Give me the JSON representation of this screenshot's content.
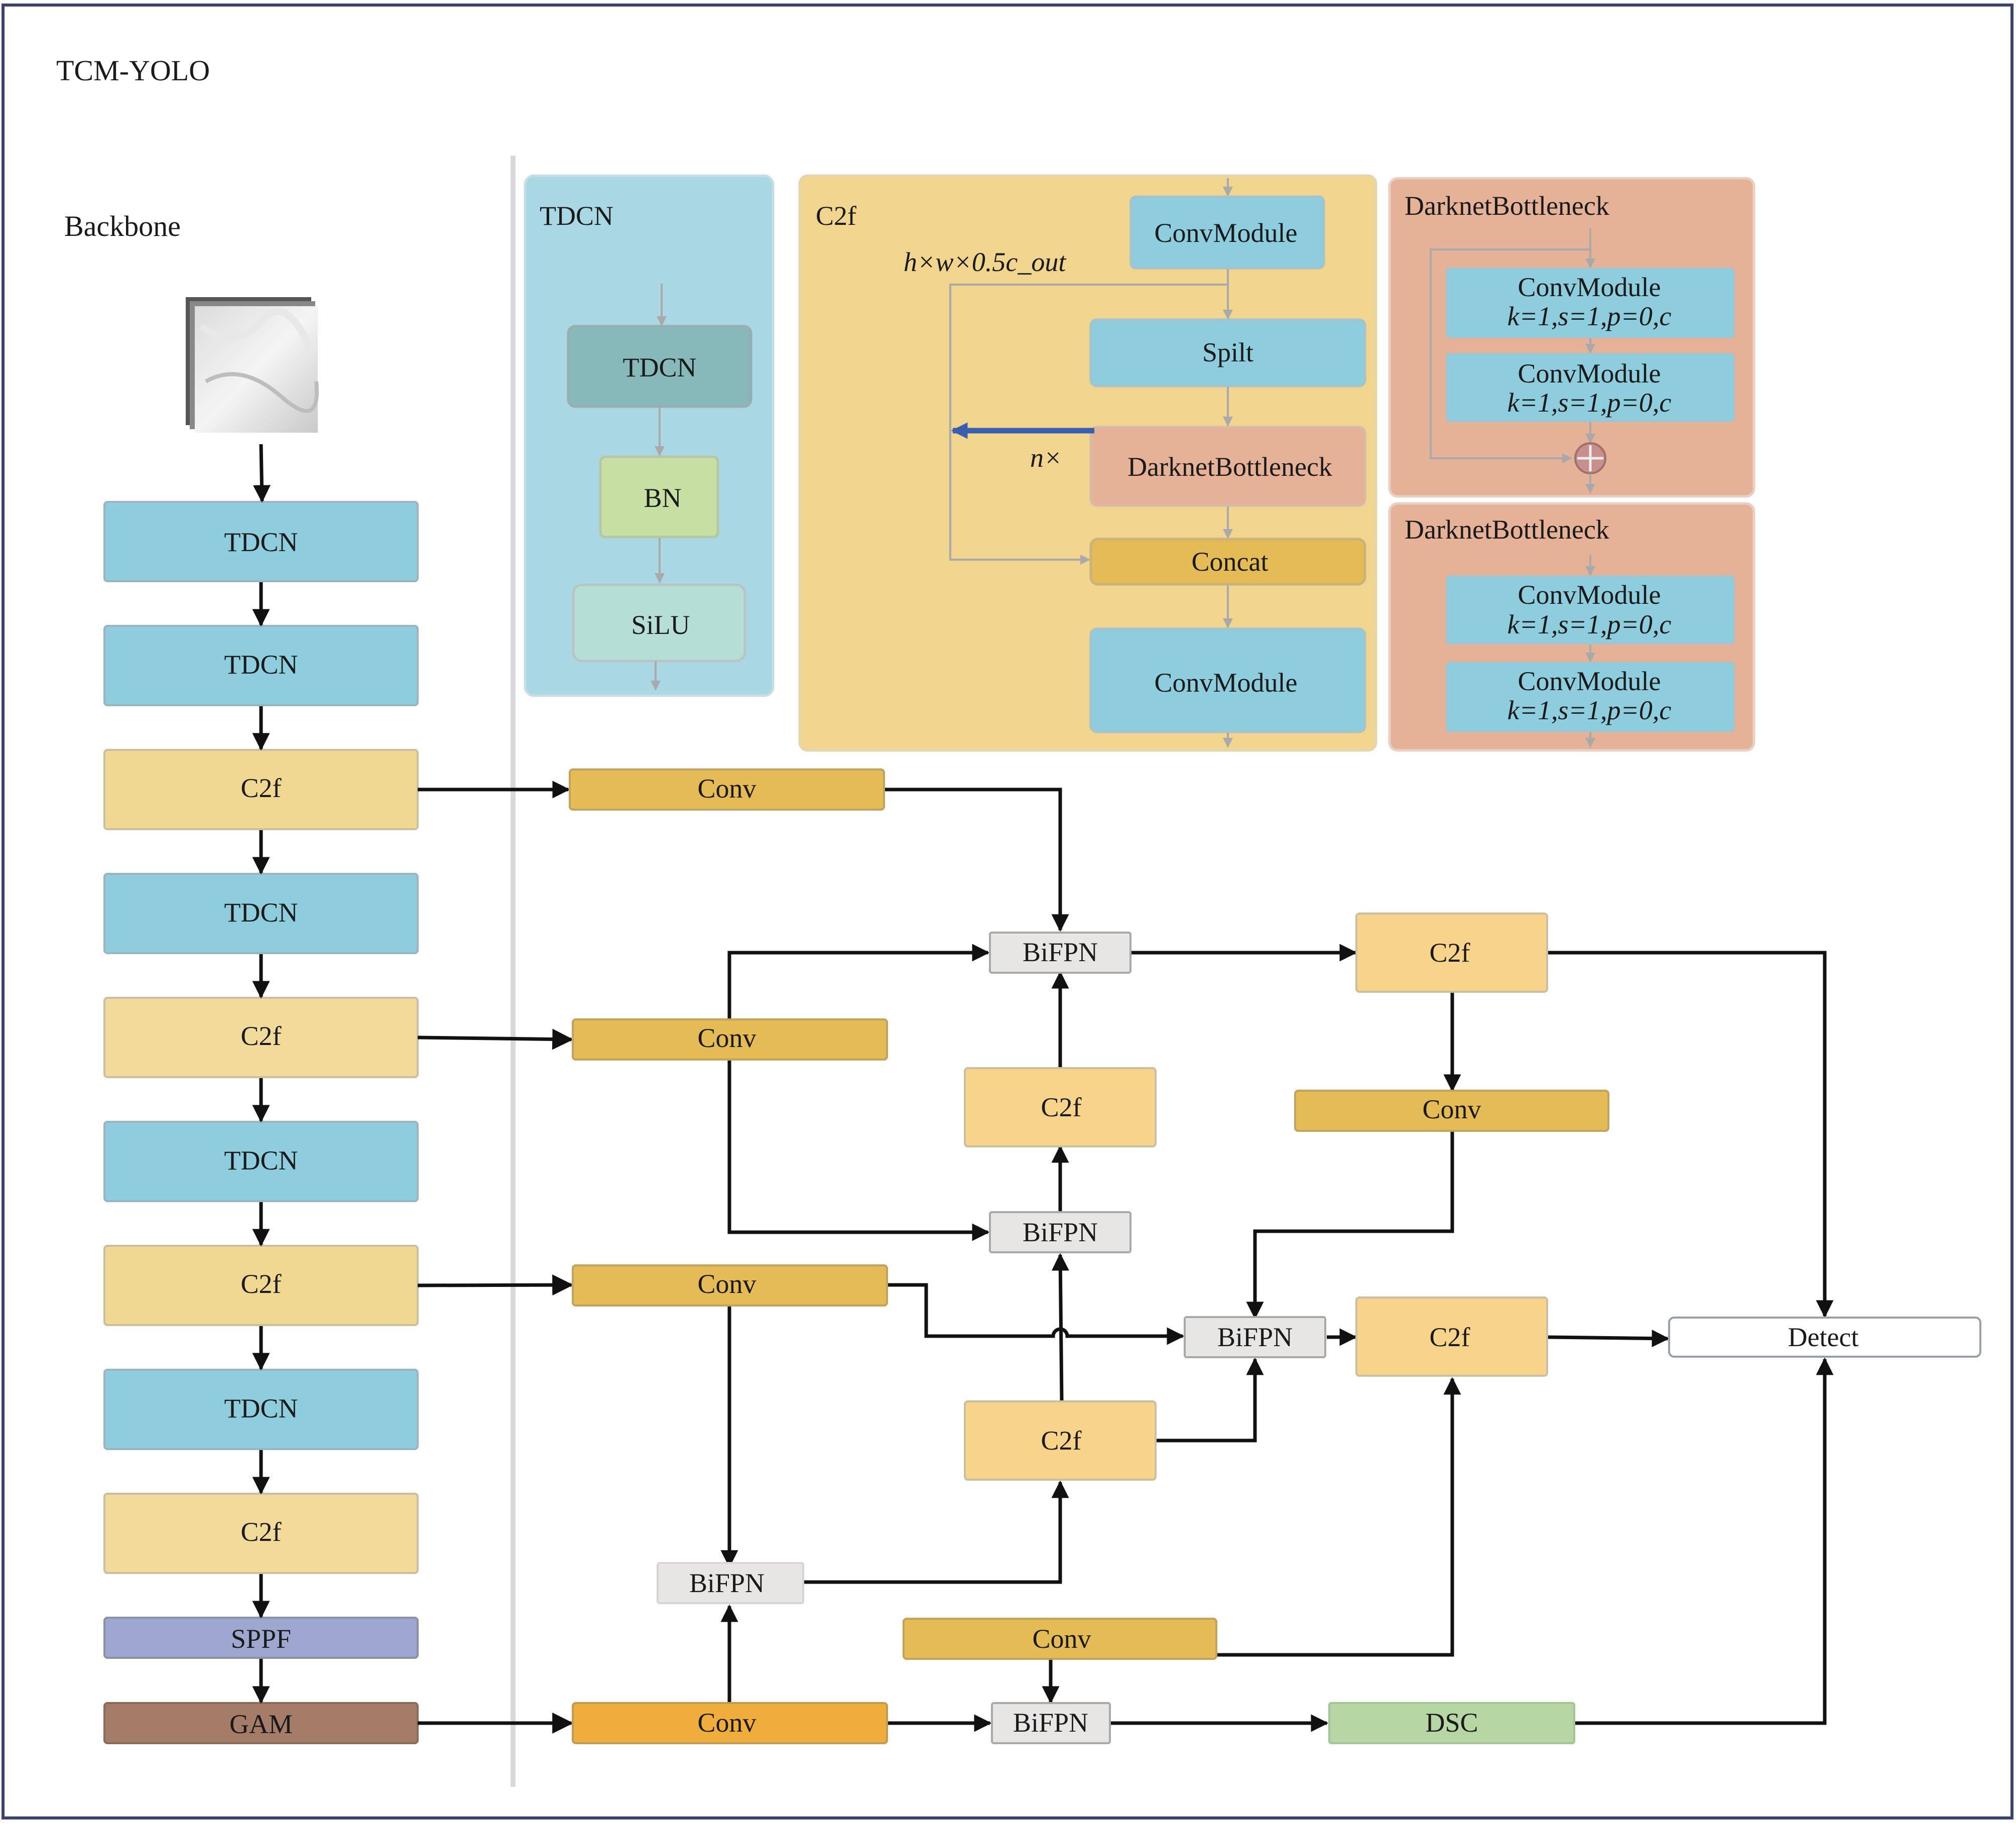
{
  "title": "TCM-YOLO",
  "backbone_label": "Backbone",
  "backbone": [
    "TDCN",
    "TDCN",
    "C2f",
    "TDCN",
    "C2f",
    "TDCN",
    "C2f",
    "TDCN",
    "C2f",
    "SPPF",
    "GAM"
  ],
  "tdcn_panel": {
    "title": "TDCN",
    "items": [
      "TDCN",
      "BN",
      "SiLU"
    ]
  },
  "c2f_panel": {
    "title": "C2f",
    "dim_label": "h×w×0.5c_out",
    "repeat_label": "n×",
    "items": [
      "ConvModule",
      "Spilt",
      "DarknetBottleneck",
      "Concat",
      "ConvModule"
    ]
  },
  "bottleneck_panels": [
    {
      "title": "DarknetBottleneck",
      "modules": [
        {
          "name": "ConvModule",
          "params": "k=1,s=1,p=0,c"
        },
        {
          "name": "ConvModule",
          "params": "k=1,s=1,p=0,c"
        }
      ]
    },
    {
      "title": "DarknetBottleneck",
      "modules": [
        {
          "name": "ConvModule",
          "params": "k=1,s=1,p=0,c"
        },
        {
          "name": "ConvModule",
          "params": "k=1,s=1,p=0,c"
        }
      ]
    }
  ],
  "neck": {
    "conv1": "Conv",
    "conv2": "Conv",
    "conv3": "Conv",
    "conv4": "Conv",
    "conv_right": "Conv",
    "conv_bottom_mid": "Conv",
    "bifpn_top": "BiFPN",
    "bifpn_mid": "BiFPN",
    "bifpn_right": "BiFPN",
    "bifpn_low": "BiFPN",
    "bifpn_bottom": "BiFPN",
    "c2f_top_right": "C2f",
    "c2f_mid": "C2f",
    "c2f_low": "C2f",
    "c2f_right": "C2f",
    "dsc": "DSC",
    "detect": "Detect"
  },
  "colors": {
    "tdcn": "#8ecddd",
    "c2f": "#f0d792",
    "conv": "#e4bb55",
    "bifpn": "#e8e5e5",
    "sppf": "#9ea7cf",
    "gam": "#a57c68",
    "panel_blue": "#a9d7e3",
    "panel_yellow": "#f1d58e",
    "panel_orange": "#e5b197",
    "module_blue": "#8ecddd",
    "teal": "#88b9ba",
    "bn": "#c6e0a4",
    "silu": "#b5ded6",
    "dsc": "#b6d6a3",
    "arrow_blue": "#3b5fb0"
  }
}
